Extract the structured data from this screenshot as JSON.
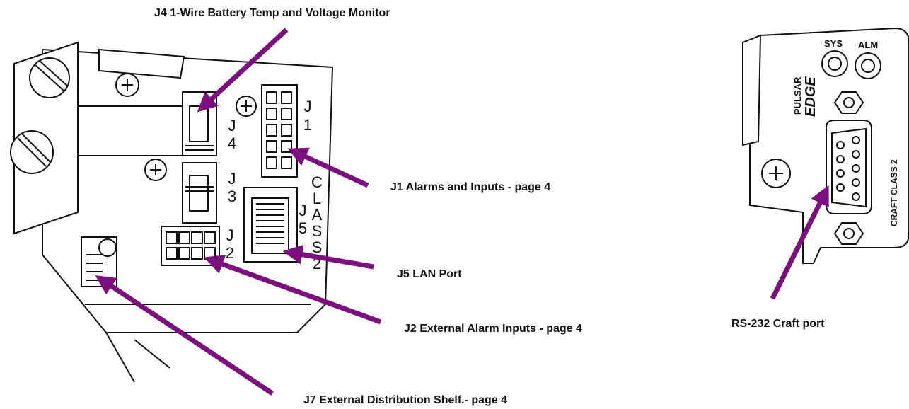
{
  "colors": {
    "arrow": "#7b0f7d",
    "line": "#111111",
    "fill": "#ffffff"
  },
  "callouts": {
    "j4": "J4 1-Wire Battery Temp and Voltage Monitor",
    "j1": "J1 Alarms and Inputs - page 4",
    "j5": "J5 LAN Port",
    "j2": "J2 External Alarm Inputs - page 4",
    "j7": "J7 External Distribution Shelf.- page 4",
    "rs232": "RS-232 Craft port"
  },
  "board_labels": {
    "j1": [
      "J",
      "1"
    ],
    "j4": [
      "J",
      "4"
    ],
    "j3": [
      "J",
      "3"
    ],
    "j2": [
      "J",
      "2"
    ],
    "j5": [
      "J",
      "5"
    ],
    "class2_vertical": [
      "C",
      "L",
      "A",
      "S",
      "S",
      "2"
    ]
  },
  "panel_labels": {
    "sys": "SYS",
    "alm": "ALM",
    "brand1": "PULSAR",
    "brand2": "EDGE",
    "craft": "CRAFT  CLASS 2"
  },
  "icons": [
    "screw-icon",
    "rj45-port-icon",
    "db9-connector-icon",
    "led-indicator-icon",
    "hex-standoff-icon"
  ]
}
